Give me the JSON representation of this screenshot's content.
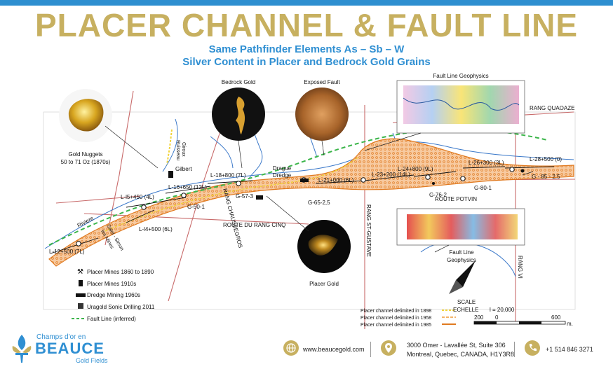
{
  "header": {
    "title": "PLACER CHANNEL & FAULT LINE",
    "subtitle1": "Same Pathfinder Elements As – Sb – W",
    "subtitle2": "Silver Content in Placer and Bedrock Gold Grains"
  },
  "photos": {
    "bedrock_gold": "Bedrock Gold",
    "exposed_fault": "Exposed Fault",
    "placer_gold": "Placer Gold",
    "gold_nuggets_line1": "Gold Nuggets",
    "gold_nuggets_line2": "50 to 71 Oz (1870s)",
    "geophysics_top": "Fault Line Geophysics",
    "geophysics_bottom_line1": "Fault Line",
    "geophysics_bottom_line2": "Geophysics"
  },
  "roads": {
    "rang_quaoaze": "RANG QUAOAZE",
    "route_potvin": "ROUTE POTVIN",
    "route_rang_cinq": "ROUTE  DU  RANG  CINQ",
    "rang_chaussegros": "RANG CHAUSSEGROS",
    "rang_st_gustave": "RANG ST-GUSTAVE",
    "rang_vi": "RANG VI"
  },
  "places": {
    "gilbert": "Gilbert",
    "ruisseau": "Ruisseau",
    "giroux": "Giroux",
    "riviere": "Riviere",
    "saint_simon_1": "Saint - Simon",
    "saint_simon_2": "les Mines",
    "drague": "Drague",
    "dredge": "Dredge"
  },
  "lines": [
    {
      "id": "l12",
      "label": "L-12+500 (7L)"
    },
    {
      "id": "l4",
      "label": "L-l4+500 (6L)"
    },
    {
      "id": "l5",
      "label": "L-l5+450 (4L)"
    },
    {
      "id": "l16",
      "label": "L-16+650 (12L)"
    },
    {
      "id": "l18",
      "label": "L-18+800 (7L)"
    },
    {
      "id": "l21",
      "label": "L-21+000 (6L)"
    },
    {
      "id": "l23",
      "label": "L-23+200 (14L)"
    },
    {
      "id": "l24",
      "label": "L-24+800 (9L)"
    },
    {
      "id": "l26",
      "label": "L-26+300 (3L)"
    },
    {
      "id": "l28",
      "label": "L-28+500 (0)"
    }
  ],
  "holes": [
    {
      "id": "g50",
      "label": "G-50-1"
    },
    {
      "id": "g57",
      "label": "G-57-3"
    },
    {
      "id": "g65",
      "label": "G-65-2,5"
    },
    {
      "id": "g76",
      "label": "G-76-2"
    },
    {
      "id": "g80",
      "label": "G-80-1"
    },
    {
      "id": "g85",
      "label": "G - 85 - 2,5"
    }
  ],
  "legend": {
    "items": [
      {
        "label": "Placer Mines 1860 to 1890",
        "icon": "pick-axe-icon"
      },
      {
        "label": "Placer Mines 1910s",
        "icon": "headframe-icon"
      },
      {
        "label": "Dredge Mining 1960s",
        "icon": "dredge-icon"
      },
      {
        "label": "Uragold Sonic Drilling 2011",
        "icon": "drill-rig-icon"
      },
      {
        "label": "Fault Line (inferred)",
        "icon": "dashed-line-icon"
      }
    ],
    "channels": [
      {
        "label": "Placer channel delimited in 1898",
        "color": "#f2d43a"
      },
      {
        "label": "Placer channel delimited in 1958",
        "color": "#f4b46a"
      },
      {
        "label": "Placer channel delimited in 1985",
        "color": "#e07a20"
      }
    ]
  },
  "scale": {
    "label1": "SCALE",
    "label2": "ECHELLE",
    "ratio": "l = 20,000",
    "tick_left": "200",
    "tick_zero": "0",
    "tick_right": "600",
    "unit": "m."
  },
  "footer": {
    "logo_line1": "Champs d'or en",
    "logo_line2": "BEAUCE",
    "logo_line3": "Gold Fields",
    "website": "www.beaucegold.com",
    "address_line1": "3000 Omer - Lavallée St, Suite 306",
    "address_line2": "Montreal, Quebec, CANADA, H1Y3R8",
    "phone": "+1 514 846 3271"
  },
  "colors": {
    "title": "#c7b060",
    "accent_blue": "#2f8fd2",
    "channel_fill": "#f6c89a",
    "channel_border": "#e07a20",
    "fault_line": "#3bb54a",
    "river": "#3a78c9",
    "road": "#c86a6a"
  }
}
